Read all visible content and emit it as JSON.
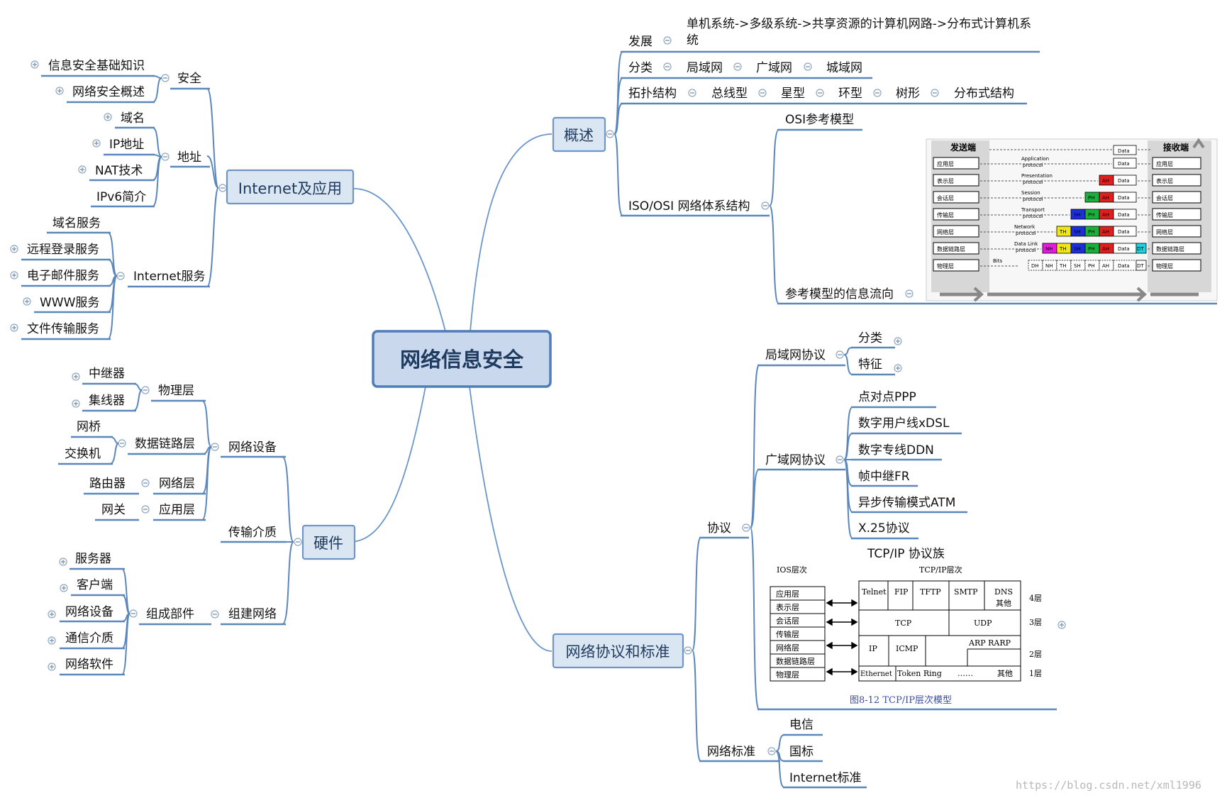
{
  "root": "网络信息安全",
  "internet": {
    "title": "Internet及应用",
    "security": {
      "label": "安全",
      "items": [
        "信息安全基础知识",
        "网络安全概述"
      ]
    },
    "address": {
      "label": "地址",
      "items": [
        "域名",
        "IP地址",
        "NAT技术",
        "IPv6简介"
      ]
    },
    "service": {
      "label": "Internet服务",
      "items": [
        "域名服务",
        "远程登录服务",
        "电子邮件服务",
        "WWW服务",
        "文件传输服务"
      ]
    }
  },
  "hardware": {
    "title": "硬件",
    "devices": {
      "label": "网络设备",
      "physical": {
        "label": "物理层",
        "items": [
          "中继器",
          "集线器"
        ]
      },
      "datalink": {
        "label": "数据链路层",
        "items": [
          "网桥",
          "交换机"
        ]
      },
      "network": {
        "label": "网络层",
        "item": "路由器"
      },
      "application": {
        "label": "应用层",
        "item": "网关"
      }
    },
    "media": "传输介质",
    "build": {
      "label": "组建网络",
      "components": {
        "label": "组成部件",
        "items": [
          "服务器",
          "客户端",
          "网络设备",
          "通信介质",
          "网络软件"
        ]
      }
    }
  },
  "overview": {
    "title": "概述",
    "development": {
      "label": "发展",
      "text_line1": "单机系统->多级系统->共享资源的计算机网路->分布式计算机系",
      "text_line2": "统"
    },
    "classification": {
      "label": "分类",
      "items": [
        "局域网",
        "广域网",
        "城域网"
      ]
    },
    "topology": {
      "label": "拓扑结构",
      "items": [
        "总线型",
        "星型",
        "环型",
        "树形",
        "分布式结构"
      ]
    },
    "iso": {
      "label": "ISO/OSI 网络体系结构",
      "osi_model": "OSI参考模型",
      "flow": "参考模型的信息流向"
    }
  },
  "osi_figure": {
    "sender": "发送端",
    "receiver": "接收端",
    "layers": [
      "应用层",
      "表示层",
      "会话层",
      "传输层",
      "网络层",
      "数据链路层",
      "物理层"
    ],
    "protocols": [
      "Application\nprotocol",
      "Presentation\nprotocol",
      "Session\nprotocol",
      "Transport\nprotocol",
      "Network\nprotocol",
      "Data Link\nprotocol",
      "Bits"
    ],
    "headers": [
      "AH",
      "PH",
      "SH",
      "TH",
      "NH",
      "DH"
    ],
    "data": "Data",
    "dt": "DT",
    "colors": {
      "AH": "#e0201f",
      "PH": "#19b13b",
      "SH": "#1c2fd8",
      "TH": "#f2e716",
      "NH": "#e31ce0",
      "DH": "#1ad4e4"
    }
  },
  "protocols": {
    "title": "网络协议和标准",
    "proto": {
      "label": "协议",
      "lan": {
        "label": "局域网协议",
        "items": [
          "分类",
          "特征"
        ]
      },
      "wan": {
        "label": "广域网协议",
        "items": [
          "点对点PPP",
          "数字用户线xDSL",
          "数字专线DDN",
          "帧中继FR",
          "异步传输模式ATM",
          "X.25协议"
        ]
      },
      "tcpip": "TCP/IP 协议族"
    },
    "standards": {
      "label": "网络标准",
      "items": [
        "电信",
        "国标",
        "Internet标准"
      ]
    }
  },
  "tcpip_figure": {
    "ios_title": "IOS层次",
    "tcpip_title": "TCP/IP层次",
    "ios_layers": [
      "应用层",
      "表示层",
      "会话层",
      "传输层",
      "网络层",
      "数据链路层",
      "物理层"
    ],
    "app": [
      "Telnet",
      "FIP",
      "TFTP",
      "SMTP",
      "DNS"
    ],
    "other": "其他",
    "transport": [
      "TCP",
      "UDP"
    ],
    "internet": [
      "IP",
      "ICMP",
      "ARP RARP"
    ],
    "link": [
      "Ethernet",
      "Token Ring",
      "……",
      "其他"
    ],
    "levels": [
      "4层",
      "3层",
      "2层",
      "1层"
    ],
    "caption": "图8-12   TCP/IP层次模型"
  },
  "watermark": "https://blog.csdn.net/xml1996",
  "colors": {
    "line": "#5b87bd",
    "box_fill": "#dbe6f3",
    "box_border": "#6e95c5",
    "root_fill": "#c9d8ec",
    "text": "#1f3c60"
  }
}
